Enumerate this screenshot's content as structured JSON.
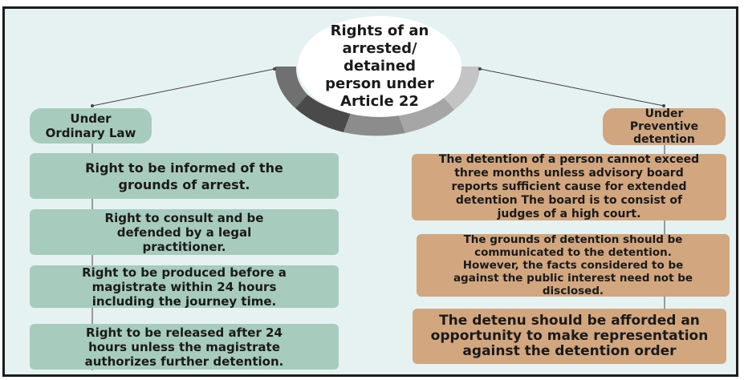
{
  "title": "Rights of an\narrested/\ndetained\nperson under\nArticle 22",
  "left_heading": "Under\nOrdinary Law",
  "right_heading": "Under\nPreventive\ndetention",
  "left_items": [
    "Right to be informed of the\ngrounds of arrest.",
    "Right to consult and be\ndefended by a legal\npractitioner.",
    "Right to be produced before a\nmagistrate within 24 hours\nincluding the journey time.",
    "Right to be released after 24\nhours unless the magistrate\nauthorizes further detention."
  ],
  "right_items": [
    "The detention of a person cannot exceed\nthree months unless advisory board\nreports sufficient cause for extended\ndetention The board is to consist of\njudges of a high court.",
    "The grounds of detention should be\ncommunicated to the detention.\nHowever, the facts considered to be\nagainst the public interest need not be\ndisclosed.",
    "The detenu should be afforded an\nopportunity to make representation\nagainst the detention order"
  ],
  "colors": {
    "frame_background": "#e6f1f1",
    "ordinary_law": "#a7cbbd",
    "preventive_detention": "#d2a77f",
    "ring": [
      "#707070",
      "#4a4a4a",
      "#8c8c8c",
      "#a6a6a6",
      "#c4c4c4"
    ]
  }
}
